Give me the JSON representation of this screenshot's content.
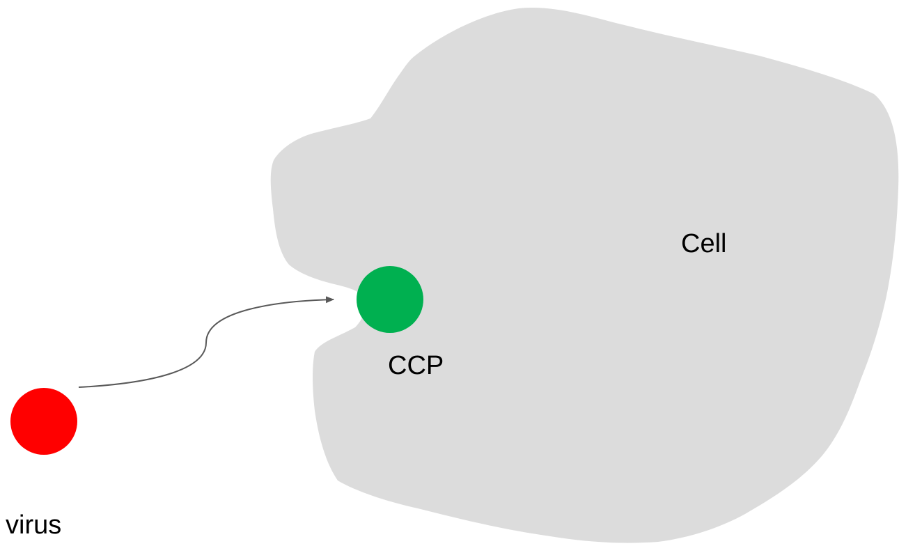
{
  "diagram": {
    "cell": {
      "label": "Cell",
      "fill": "#dcdcdc"
    },
    "ccp": {
      "label": "CCP",
      "fill": "#00b050"
    },
    "virus": {
      "label": "virus",
      "fill": "#ff0000"
    },
    "arrow": {
      "color": "#595959"
    }
  }
}
